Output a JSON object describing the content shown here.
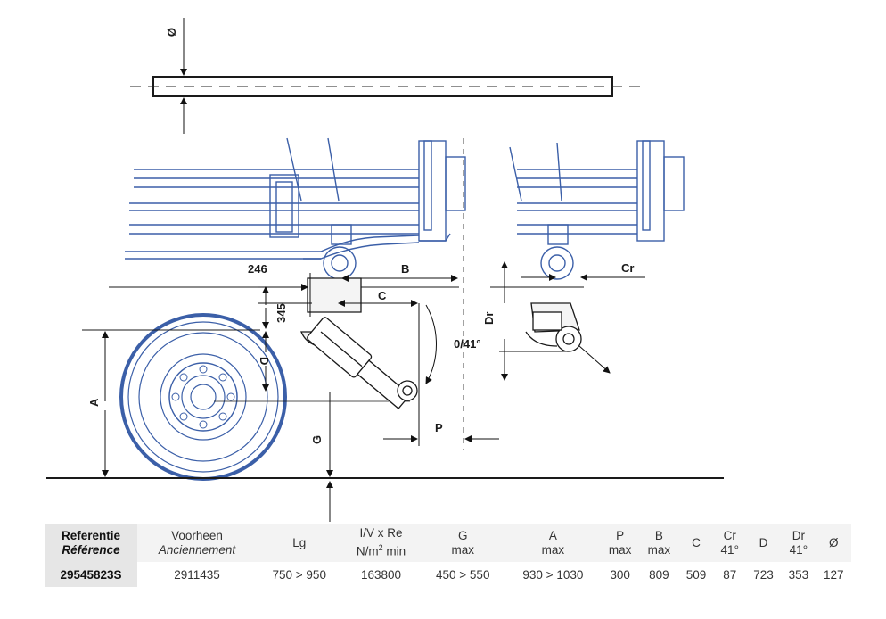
{
  "dimension_labels": {
    "diameter": "Ø",
    "d246": "246",
    "b": "B",
    "c": "C",
    "d345": "345",
    "d": "D",
    "angle": "0/41°",
    "a": "A",
    "g": "G",
    "p": "P",
    "dr": "Dr",
    "cr": "Cr"
  },
  "table": {
    "headers": {
      "ref_line1": "Referentie",
      "ref_line2": "Référence",
      "prev_line1": "Voorheen",
      "prev_line2": "Anciennement",
      "lg": "Lg",
      "ivxre_line1": "I/V x Re",
      "ivxre_line2_pre": "N/m",
      "ivxre_line2_sup": "2",
      "ivxre_line2_post": " min",
      "g_line1": "G",
      "g_line2": "max",
      "a_line1": "A",
      "a_line2": "max",
      "p_line1": "P",
      "p_line2": "max",
      "b_line1": "B",
      "b_line2": "max",
      "c": "C",
      "cr_line1": "Cr",
      "cr_line2": "41°",
      "d": "D",
      "dr_line1": "Dr",
      "dr_line2": "41°",
      "diam": "Ø"
    },
    "row": {
      "ref": "29545823S",
      "prev": "2911435",
      "lg": "750 > 950",
      "ivxre": "163800",
      "g": "450 > 550",
      "a": "930 > 1030",
      "p": "300",
      "b": "809",
      "c": "509",
      "cr": "87",
      "d": "723",
      "dr": "353",
      "diam": "127"
    }
  }
}
